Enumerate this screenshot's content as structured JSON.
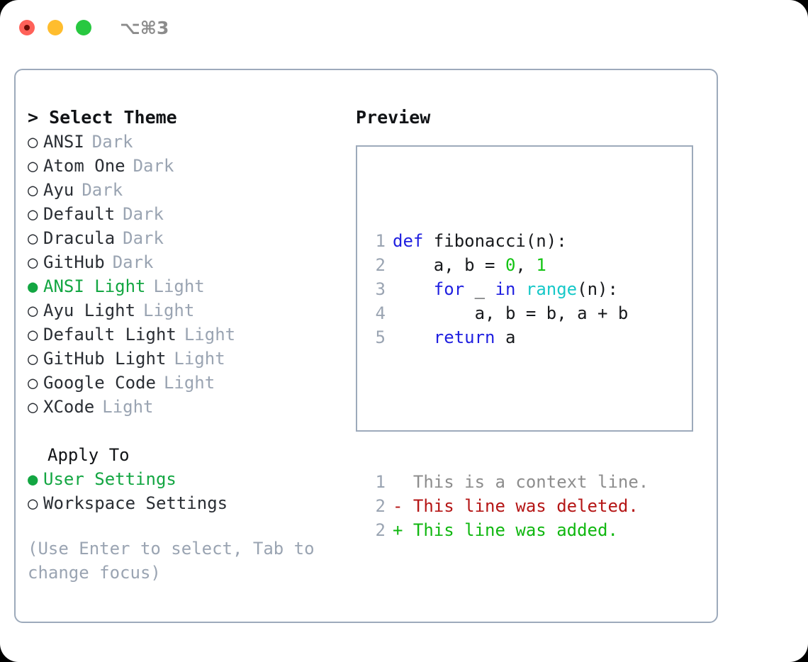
{
  "titlebar": {
    "shortcut": "⌥⌘3",
    "buttons": [
      {
        "name": "close",
        "color": "#ff6159"
      },
      {
        "name": "minimize",
        "color": "#ffbd2e"
      },
      {
        "name": "maximize",
        "color": "#28c840"
      }
    ]
  },
  "theme_picker": {
    "header": "> Select Theme",
    "selected_bullet": "●",
    "unselected_bullet": "○",
    "items": [
      {
        "bullet": "○",
        "name": "ANSI",
        "kind": "Dark",
        "selected": false
      },
      {
        "bullet": "○",
        "name": "Atom One",
        "kind": "Dark",
        "selected": false
      },
      {
        "bullet": "○",
        "name": "Ayu",
        "kind": "Dark",
        "selected": false
      },
      {
        "bullet": "○",
        "name": "Default",
        "kind": "Dark",
        "selected": false
      },
      {
        "bullet": "○",
        "name": "Dracula",
        "kind": "Dark",
        "selected": false
      },
      {
        "bullet": "○",
        "name": "GitHub",
        "kind": "Dark",
        "selected": false
      },
      {
        "bullet": "●",
        "name": "ANSI Light",
        "kind": "Light",
        "selected": true
      },
      {
        "bullet": "○",
        "name": "Ayu Light",
        "kind": "Light",
        "selected": false
      },
      {
        "bullet": "○",
        "name": "Default Light",
        "kind": "Light",
        "selected": false
      },
      {
        "bullet": "○",
        "name": "GitHub Light",
        "kind": "Light",
        "selected": false
      },
      {
        "bullet": "○",
        "name": "Google Code",
        "kind": "Light",
        "selected": false
      },
      {
        "bullet": "○",
        "name": "XCode",
        "kind": "Light",
        "selected": false
      }
    ]
  },
  "apply_to": {
    "label": "Apply To",
    "items": [
      {
        "bullet": "●",
        "name": "User Settings",
        "selected": true
      },
      {
        "bullet": "○",
        "name": "Workspace Settings",
        "selected": false
      }
    ]
  },
  "hint": "(Use Enter to select, Tab to change focus)",
  "preview": {
    "title": "Preview",
    "code_lines": [
      {
        "num": "1",
        "tokens": [
          {
            "t": "def",
            "c": "kw"
          },
          {
            "t": " fibonacci(n):",
            "c": "plain"
          }
        ]
      },
      {
        "num": "2",
        "tokens": [
          {
            "t": "    a, b = ",
            "c": "plain"
          },
          {
            "t": "0",
            "c": "num"
          },
          {
            "t": ", ",
            "c": "plain"
          },
          {
            "t": "1",
            "c": "num"
          }
        ]
      },
      {
        "num": "3",
        "tokens": [
          {
            "t": "    ",
            "c": "plain"
          },
          {
            "t": "for",
            "c": "kw"
          },
          {
            "t": " _ ",
            "c": "plain"
          },
          {
            "t": "in",
            "c": "kw"
          },
          {
            "t": " ",
            "c": "plain"
          },
          {
            "t": "range",
            "c": "fn"
          },
          {
            "t": "(n):",
            "c": "plain"
          }
        ]
      },
      {
        "num": "4",
        "tokens": [
          {
            "t": "        a, b = b, a + b",
            "c": "plain"
          }
        ]
      },
      {
        "num": "5",
        "tokens": [
          {
            "t": "    ",
            "c": "plain"
          },
          {
            "t": "return",
            "c": "kw"
          },
          {
            "t": " a",
            "c": "plain"
          }
        ]
      }
    ],
    "diff_lines": [
      {
        "num": "1",
        "marker": "  ",
        "text": "This is a context line.",
        "kind": "ctx"
      },
      {
        "num": "2",
        "marker": "- ",
        "text": "This line was deleted.",
        "kind": "del"
      },
      {
        "num": "2",
        "marker": "+ ",
        "text": "This line was added.",
        "kind": "add"
      }
    ]
  },
  "colors": {
    "accent_green": "#13a642",
    "muted_gray": "#9aa4b2",
    "keyword_blue": "#1f1fe0",
    "function_cyan": "#17c8c8",
    "number_green": "#13c413",
    "diff_delete_red": "#b51616",
    "diff_add_green": "#10b710",
    "border": "#9daabb"
  }
}
